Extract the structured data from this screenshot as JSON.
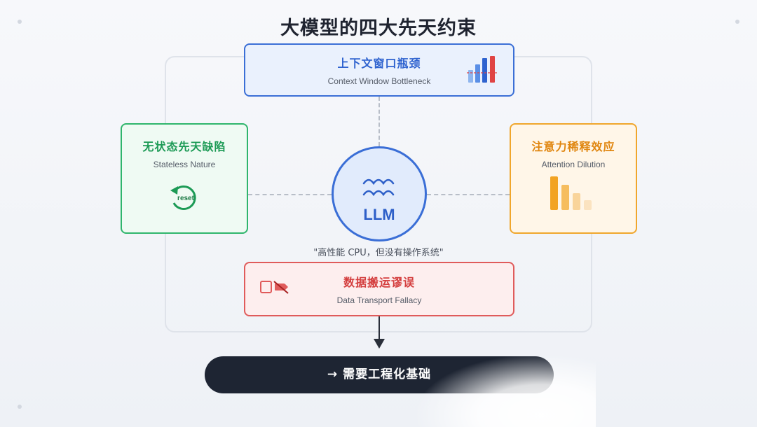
{
  "title": "大模型的四大先天约束",
  "center": {
    "label": "LLM",
    "caption": "\"高性能 CPU，但没有操作系统\""
  },
  "constraints": [
    {
      "id": "top",
      "title": "上下文窗口瓶颈",
      "subtitle": "Context Window Bottleneck",
      "color": "#2f63cf",
      "icon": "bar-chart-icon"
    },
    {
      "id": "left",
      "title": "无状态先天缺陷",
      "subtitle": "Stateless Nature",
      "color": "#1c9a55",
      "icon": "reset-icon",
      "icon_text": "reset"
    },
    {
      "id": "right",
      "title": "注意力稀释效应",
      "subtitle": "Attention Dilution",
      "color": "#e0860f",
      "icon": "declining-bars-icon"
    },
    {
      "id": "bottom",
      "title": "数据搬运谬误",
      "subtitle": "Data Transport Fallacy",
      "color": "#d43e3e",
      "icon": "transport-blocked-icon"
    }
  ],
  "cta": {
    "label": "→ 需要工程化基础"
  }
}
